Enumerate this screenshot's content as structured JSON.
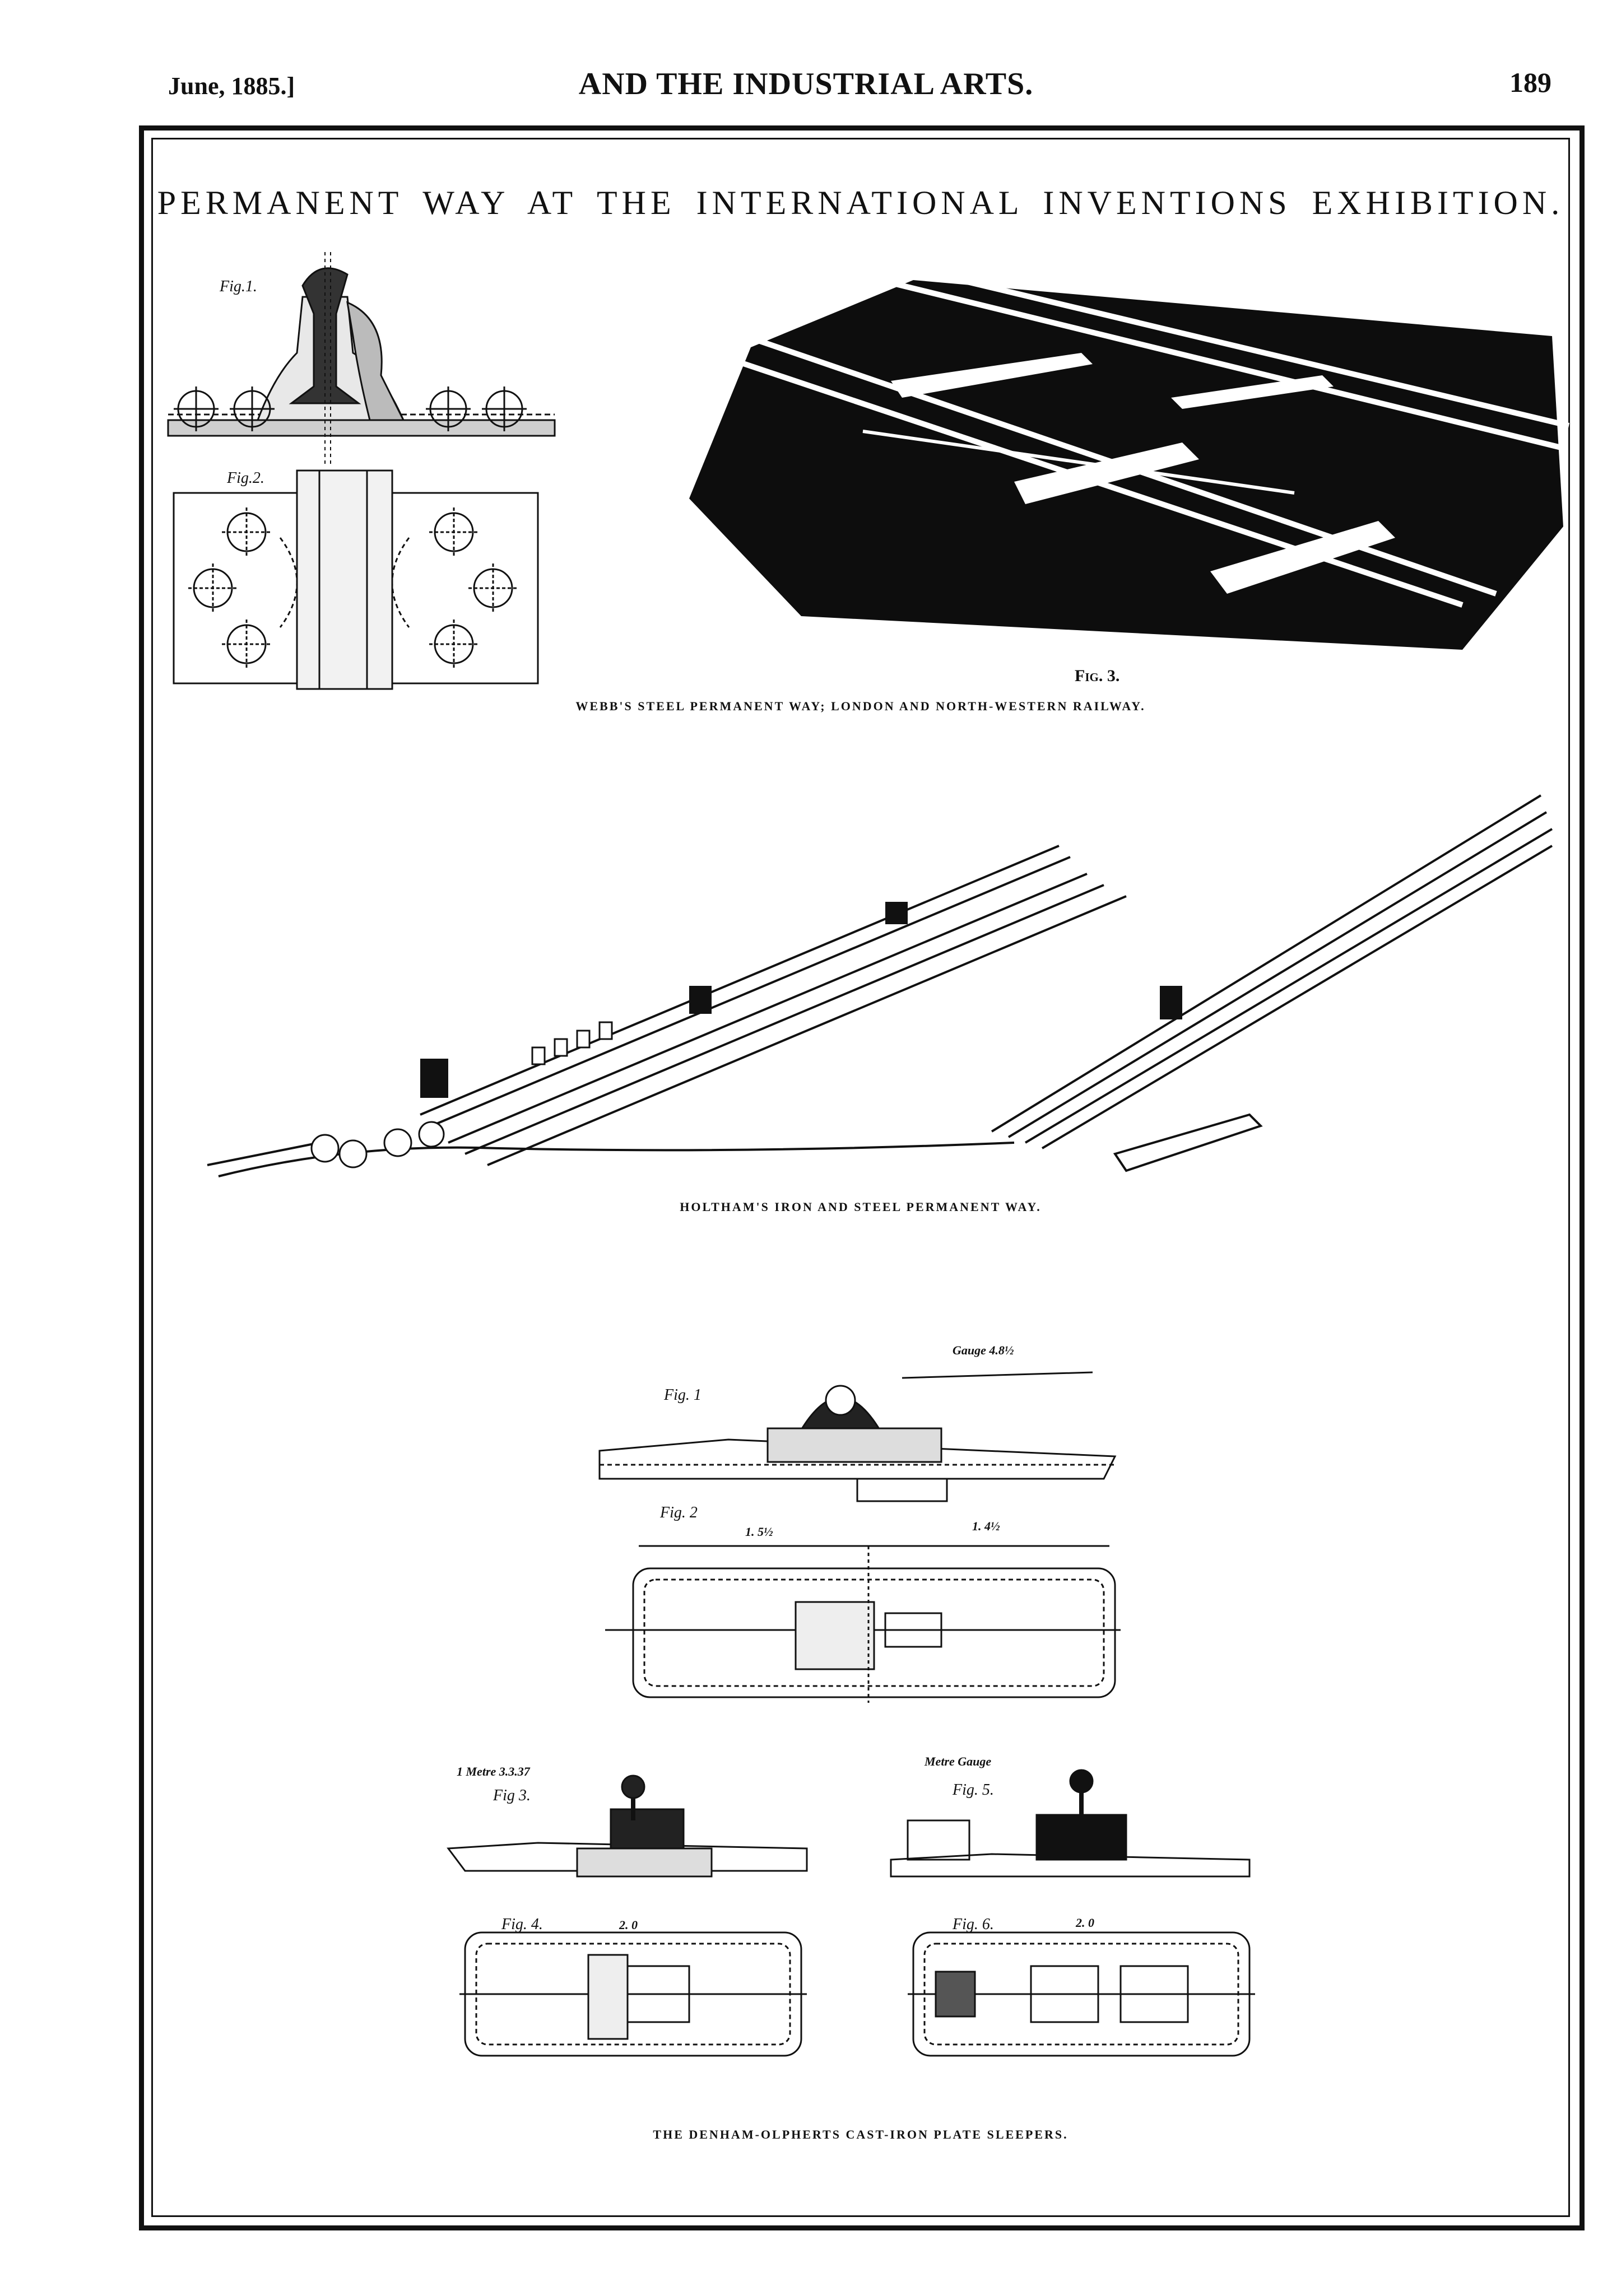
{
  "header": {
    "date": "June, 1885.]",
    "title": "AND THE INDUSTRIAL ARTS.",
    "page_number": "189"
  },
  "page_title": "PERMANENT WAY AT THE INTERNATIONAL INVENTIONS EXHIBITION.",
  "section_webb": {
    "fig1_label": "Fig.1.",
    "fig2_label": "Fig.2.",
    "fig3_label": "Fig. 3.",
    "caption": "WEBB'S STEEL PERMANENT WAY; LONDON AND NORTH-WESTERN RAILWAY."
  },
  "section_holtham": {
    "caption": "HOLTHAM'S IRON AND STEEL PERMANENT WAY."
  },
  "section_denham": {
    "fig1_label": "Fig. 1",
    "fig2_label": "Fig. 2",
    "fig3_label": "Fig 3.",
    "fig4_label": "Fig. 4.",
    "fig5_label": "Fig. 5.",
    "fig6_label": "Fig. 6.",
    "gauge_label": "Gauge 4.8½",
    "metre_gauge_label": "Metre Gauge",
    "metre_label": "1 Metre 3.3.37",
    "dim_1": "1. 5½",
    "dim_2": "1. 4½",
    "dim_3": "2. 0",
    "dim_4": "2. 0",
    "caption": "THE DENHAM-OLPHERTS CAST-IRON PLATE SLEEPERS."
  },
  "colors": {
    "ink": "#111111",
    "paper": "#ffffff"
  }
}
